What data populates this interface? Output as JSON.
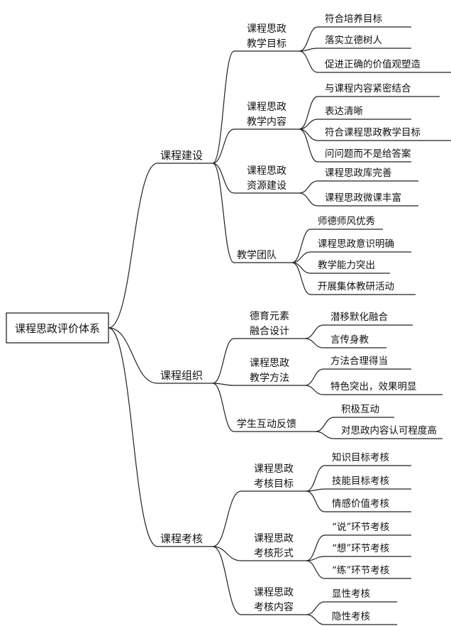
{
  "root": "课程思政评价体系",
  "branches": [
    {
      "label": "课程建设",
      "children": [
        {
          "label": [
            "课程思政",
            "教学目标"
          ],
          "leaves": [
            "符合培养目标",
            "落实立德树人",
            "促进正确的价值观塑造"
          ]
        },
        {
          "label": [
            "课程思政",
            "教学内容"
          ],
          "leaves": [
            "与课程内容紧密结合",
            "表达清晰",
            "符合课程思政教学目标",
            "问问题而不是给答案"
          ]
        },
        {
          "label": [
            "课程思政",
            "资源建设"
          ],
          "leaves": [
            "课程思政库完善",
            "课程思政微课丰富"
          ]
        },
        {
          "label": [
            "教学团队"
          ],
          "leaves": [
            "师德师风优秀",
            "课程思政意识明确",
            "教学能力突出",
            "开展集体教研活动"
          ]
        }
      ]
    },
    {
      "label": "课程组织",
      "children": [
        {
          "label": [
            "德育元素",
            "融合设计"
          ],
          "leaves": [
            "潜移默化融合",
            "言传身教"
          ]
        },
        {
          "label": [
            "课程思政",
            "教学方法"
          ],
          "leaves": [
            "方法合理得当",
            "特色突出，效果明显"
          ]
        },
        {
          "label": [
            "学生互动反馈"
          ],
          "leaves": [
            "积极互动",
            "对思政内容认可程度高"
          ]
        }
      ]
    },
    {
      "label": "课程考核",
      "children": [
        {
          "label": [
            "课程思政",
            "考核目标"
          ],
          "leaves": [
            "知识目标考核",
            "技能目标考核",
            "情感价值考核"
          ]
        },
        {
          "label": [
            "课程思政",
            "考核形式"
          ],
          "leaves": [
            "“说”环节考核",
            "“想”环节考核",
            "“练”环节考核"
          ]
        },
        {
          "label": [
            "课程思政",
            "考核内容"
          ],
          "leaves": [
            "显性考核",
            "隐性考核"
          ]
        }
      ]
    }
  ]
}
